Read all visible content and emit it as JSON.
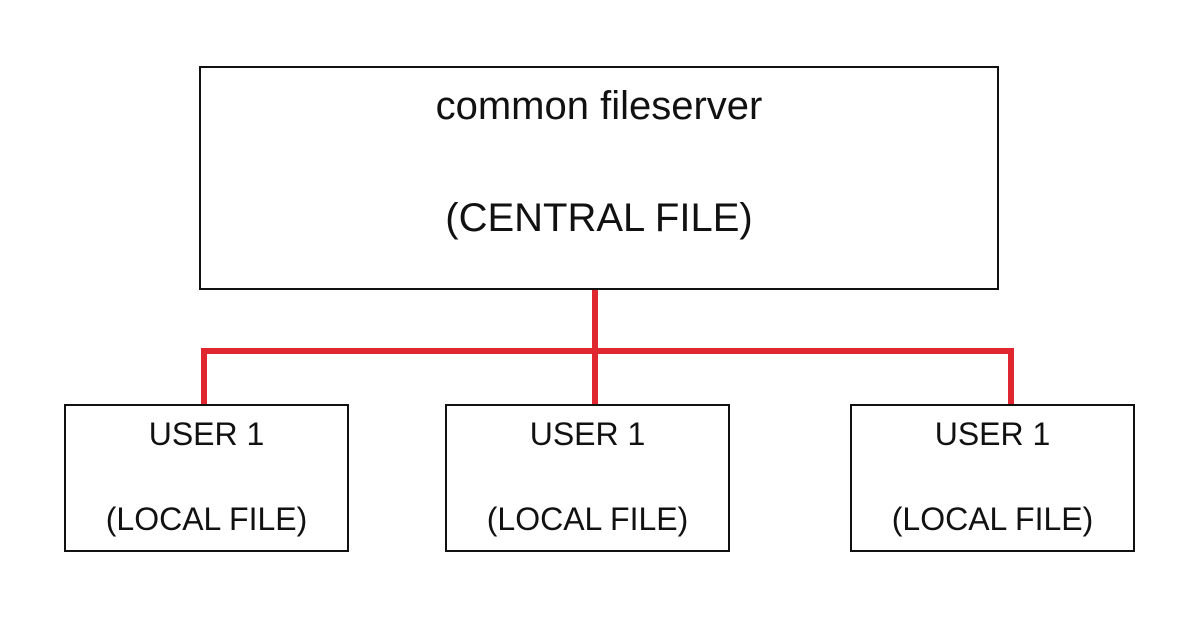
{
  "server": {
    "title": "common fileserver",
    "subtitle": "(CENTRAL FILE)"
  },
  "users": [
    {
      "title": "USER 1",
      "subtitle": "(LOCAL FILE)"
    },
    {
      "title": "USER 1",
      "subtitle": "(LOCAL FILE)"
    },
    {
      "title": "USER 1",
      "subtitle": "(LOCAL FILE)"
    }
  ],
  "colors": {
    "connector": "#e0262f",
    "border": "#111111",
    "background": "#ffffff"
  }
}
